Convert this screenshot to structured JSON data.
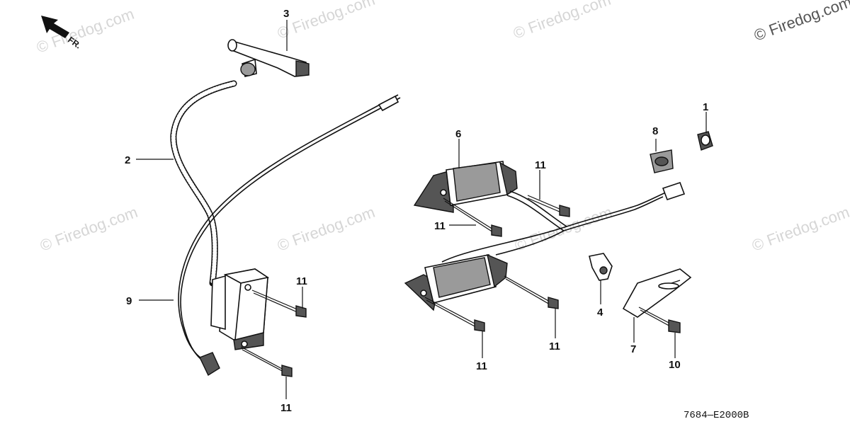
{
  "watermarks": {
    "corner": "© Firedog.com",
    "repeat": "© Firedog.com"
  },
  "direction_label": "FR.",
  "diagram_code": "7684—E2000B",
  "callouts": {
    "c1": "1",
    "c2": "2",
    "c3": "3",
    "c4": "4",
    "c6": "6",
    "c7": "7",
    "c8": "8",
    "c9": "9",
    "c10": "10",
    "c11a": "11",
    "c11b": "11",
    "c11c": "11",
    "c11d": "11",
    "c11e": "11",
    "c11f": "11"
  }
}
